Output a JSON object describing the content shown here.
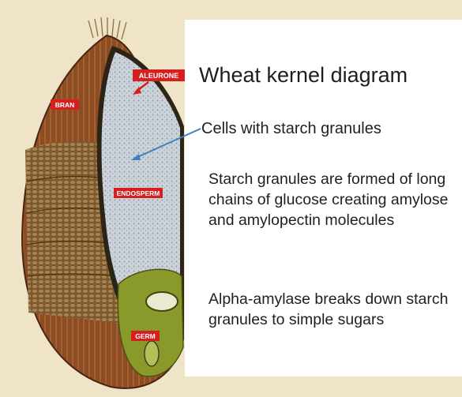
{
  "title": "Wheat kernel diagram",
  "callout": "Cells with starch granules",
  "paragraphs": [
    "Starch granules are formed of long chains of glucose creating amylose and amylopectin molecules",
    "Alpha-amylase breaks down starch granules to simple sugars"
  ],
  "labels": {
    "aleurone": "ALEURONE",
    "bran": "BRAN",
    "endosperm": "ENDOSPERM",
    "germ": "GERM"
  },
  "colors": {
    "background": "#efe4c8",
    "panel": "#ffffff",
    "bran": "#8a4a22",
    "endosperm": "#c9cfd6",
    "germ": "#8a9a2a",
    "label_red": "#d61f1f",
    "arrow_blue": "#3f7fc2"
  }
}
